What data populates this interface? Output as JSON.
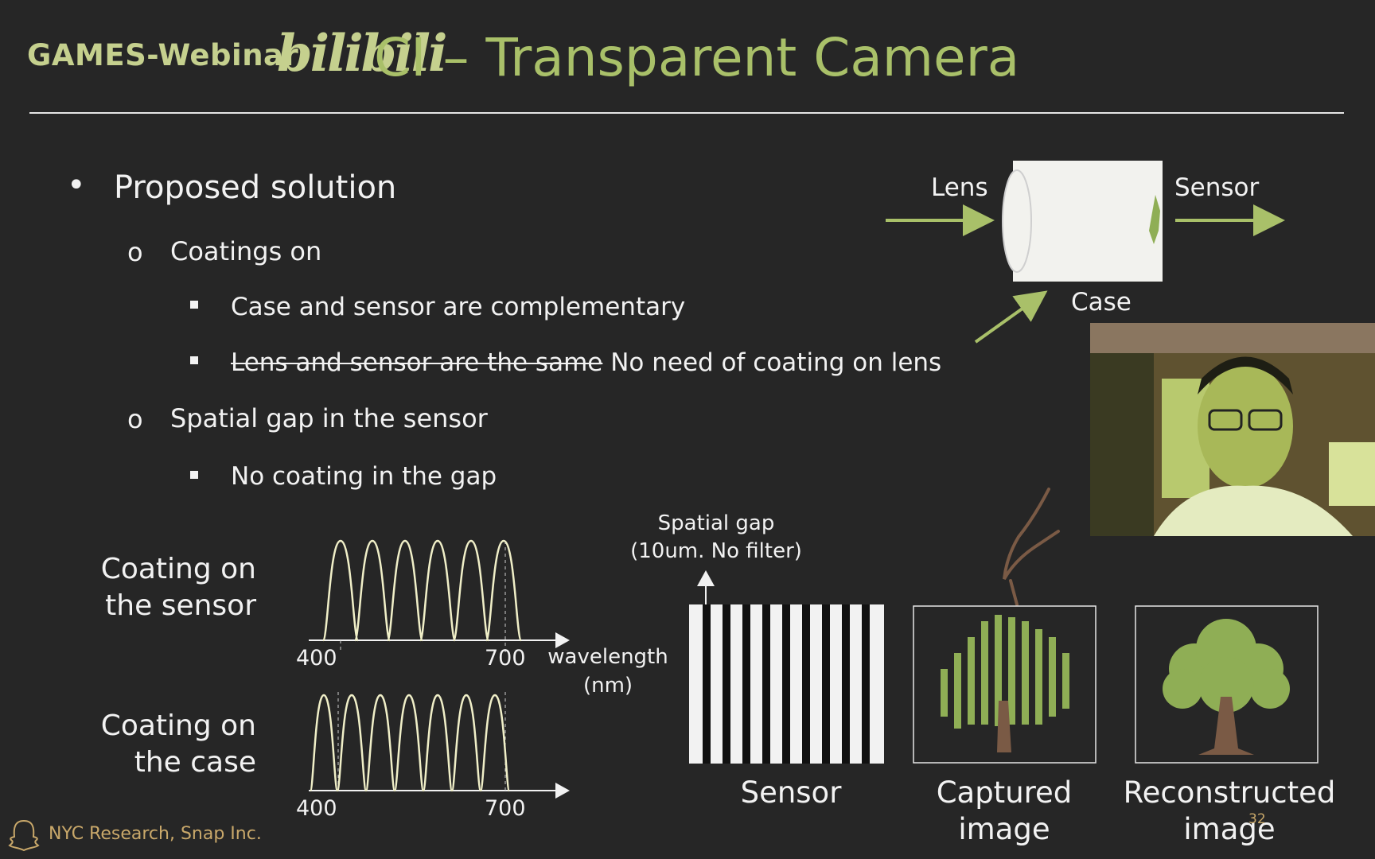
{
  "header": {
    "watermark": "GAMES-Webinar",
    "logo_text": "bilibili",
    "title": "CI – Transparent Camera"
  },
  "bullets": {
    "level1": "Proposed solution",
    "coatings": "Coatings on",
    "case_sensor": "Case and sensor are complementary",
    "lens_struck": "Lens and sensor are the same",
    "lens_note": "No need of coating on lens",
    "spatial_gap": "Spatial gap in the sensor",
    "no_coating": "No coating in the gap"
  },
  "diagram": {
    "lens": "Lens",
    "sensor": "Sensor",
    "case": "Case"
  },
  "plots": {
    "sensor_label": "Coating on\nthe sensor",
    "case_label": "Coating on\nthe case",
    "tick_400": "400",
    "tick_700": "700",
    "xlabel": "wavelength\n(nm)"
  },
  "stripes": {
    "gap_label": "Spatial gap\n(10um. No filter)"
  },
  "captions": {
    "sensor": "Sensor",
    "captured": "Captured\nimage",
    "reconstructed": "Reconstructed\nimage"
  },
  "footer": {
    "org": "NYC Research, Snap Inc.",
    "page": "32"
  },
  "colors": {
    "background": "#262626",
    "accent": "#a9c069",
    "tree_green": "#8fae55",
    "trunk": "#7a5a45"
  }
}
